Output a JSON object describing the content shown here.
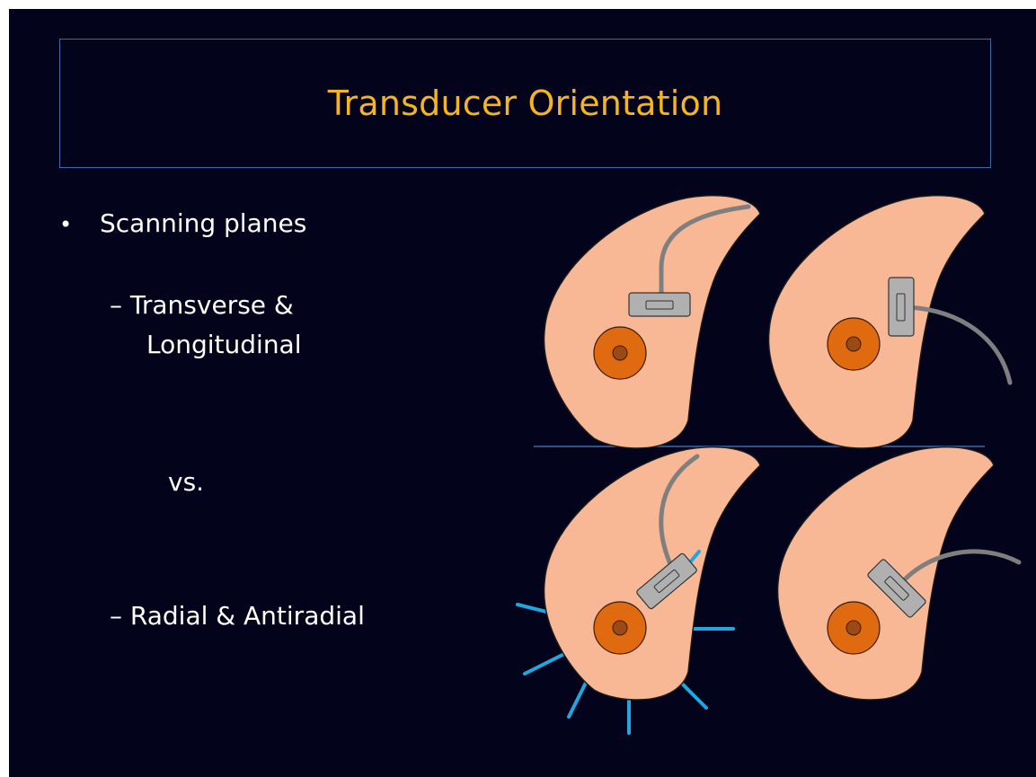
{
  "slide": {
    "title": "Transducer Orientation",
    "bullet": "Scanning planes",
    "sub_items": {
      "transverse_line1": "– Transverse &",
      "transverse_line2": "Longitudinal",
      "vs": "vs.",
      "radial": "– Radial & Antiradial"
    }
  },
  "colors": {
    "background": "#03031b",
    "title": "#f5b51d",
    "text": "#ffffff",
    "skin": "#f8b896",
    "areola": "#e06a10",
    "nipple": "#9a4a12",
    "probe": "#b0b0b0",
    "cable": "#7f7f7f",
    "radial_lines": "#1fa8e0",
    "divider": "#3e6aa8"
  },
  "icons": [
    "breast-diagram-transverse",
    "breast-diagram-longitudinal",
    "breast-diagram-radial",
    "breast-diagram-antiradial",
    "transducer-icon"
  ]
}
